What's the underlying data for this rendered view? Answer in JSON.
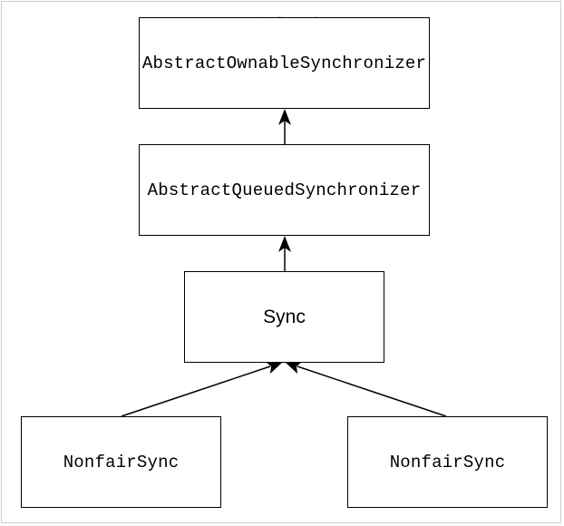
{
  "watermark": "undefined",
  "nodes": {
    "aos": "AbstractOwnableSynchronizer",
    "aqs": "AbstractQueuedSynchronizer",
    "sync": "Sync",
    "nonfair_left": "NonfairSync",
    "nonfair_right": "NonfairSync"
  },
  "colors": {
    "stroke": "#000000",
    "frame": "#cfcfcf",
    "watermark": "#c8c8c8"
  }
}
